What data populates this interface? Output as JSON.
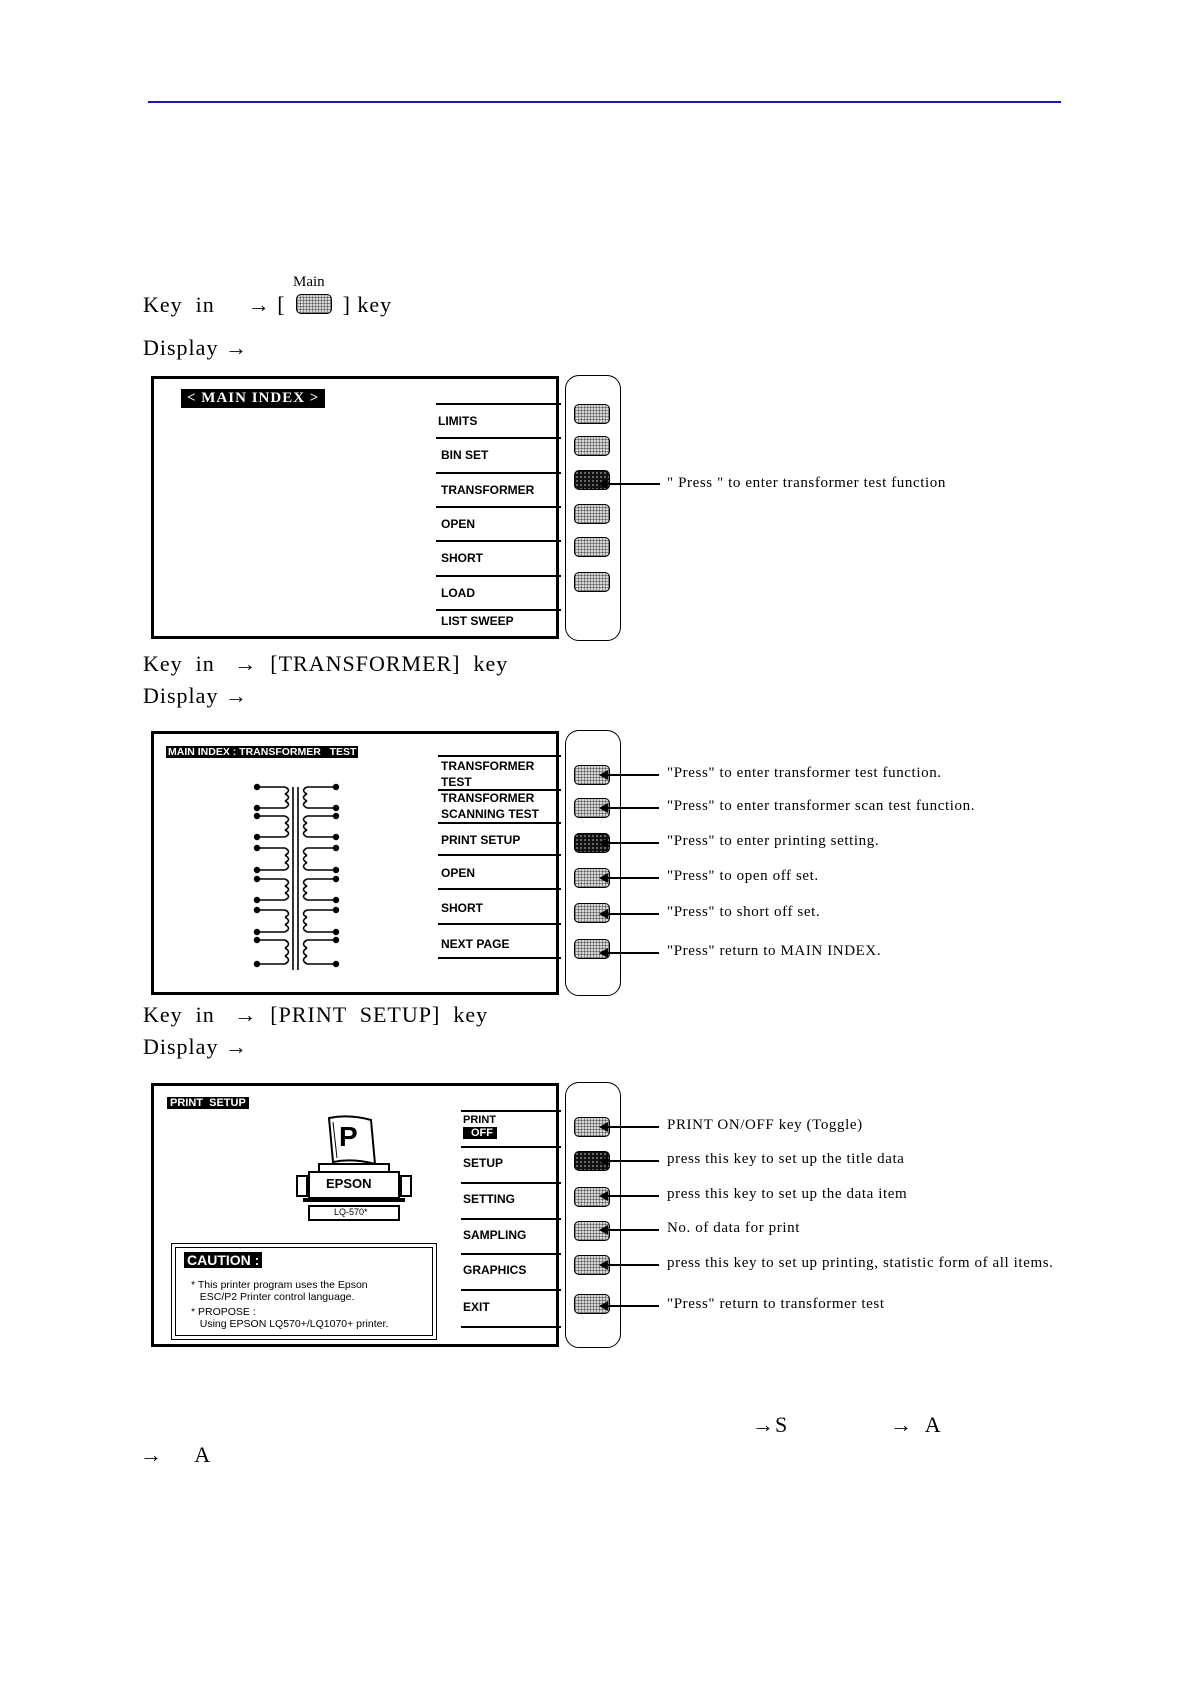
{
  "colors": {
    "rule": "#1a1aa8"
  },
  "step1": {
    "key_prefix": "Key  in",
    "arrow": "→",
    "bracket_open": "[",
    "bracket_close": "]",
    "key_word": "key",
    "key_label_above": "Main",
    "display_label": "Display  →"
  },
  "screen1": {
    "title": "< MAIN INDEX >",
    "menu": [
      "LIMITS",
      "BIN SET",
      "TRANSFORMER",
      "OPEN",
      "SHORT",
      "LOAD",
      "LIST SWEEP"
    ],
    "active_key": 2,
    "callout": "\" Press \" to enter transformer test function"
  },
  "step2": {
    "line": "Key  in   →  [TRANSFORMER]  key",
    "display_label": "Display  →"
  },
  "screen2": {
    "title": "MAIN INDEX : TRANSFORMER   TEST",
    "menu": [
      [
        "TRANSFORMER",
        "TEST"
      ],
      [
        "TRANSFORMER",
        "SCANNING TEST"
      ],
      [
        "PRINT SETUP"
      ],
      [
        "OPEN"
      ],
      [
        "SHORT"
      ],
      [
        "NEXT PAGE"
      ]
    ],
    "active_key": 2,
    "callouts": [
      "\"Press\" to enter transformer test function.",
      "\"Press\" to enter transformer scan test function.",
      "\"Press\" to enter printing setting.",
      "\"Press\" to open off set.",
      "\"Press\" to short off set.",
      "\"Press\" return to MAIN INDEX."
    ]
  },
  "step3": {
    "line": "Key  in   →  [PRINT  SETUP]  key",
    "display_label": "Display  →"
  },
  "screen3": {
    "title": "PRINT  SETUP",
    "printer_logo_letter": "P",
    "printer_brand": "EPSON",
    "printer_model": "LQ-570*",
    "caution_title": "CAUTION :",
    "caution_lines": [
      "* This printer program uses the Epson",
      "   ESC/P2 Printer control language.",
      "* PROPOSE :",
      "   Using EPSON LQ570+/LQ1070+ printer."
    ],
    "menu": [
      [
        "PRINT",
        "OFF"
      ],
      [
        "SETUP"
      ],
      [
        "SETTING"
      ],
      [
        "SAMPLING"
      ],
      [
        "GRAPHICS"
      ],
      [
        "EXIT"
      ]
    ],
    "active_key": 1,
    "callouts": [
      "PRINT ON/OFF key (Toggle)",
      "press this key to set up the title data",
      "press this key to set up the data item",
      "No. of data for print",
      "press this key to set up printing, statistic form of all items.",
      "\"Press\" return to transformer test"
    ]
  },
  "bottom": {
    "fragment1": "→S",
    "fragment2": "→  A",
    "fragment3": "→     A"
  }
}
